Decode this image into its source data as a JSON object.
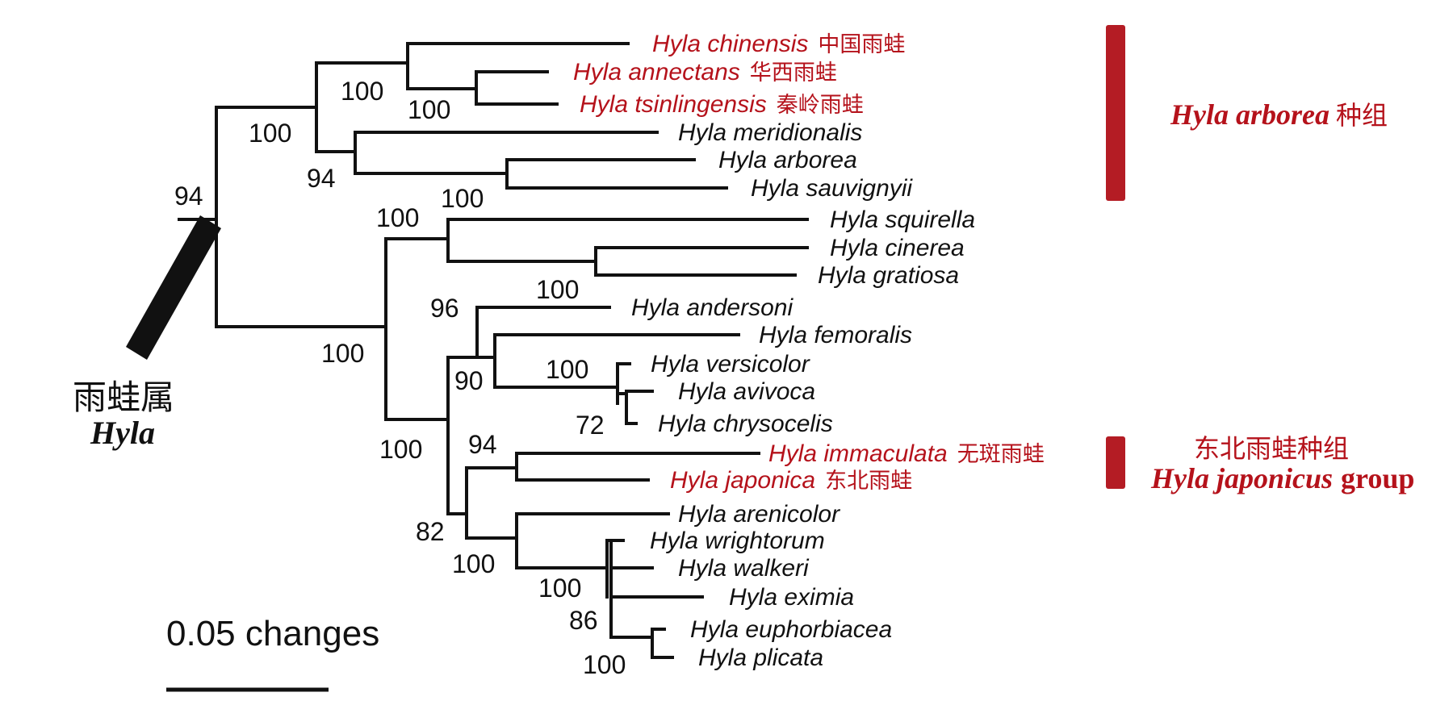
{
  "taxa": [
    {
      "id": "chinensis",
      "latin": "Hyla chinensis",
      "cn": "中国雨蛙",
      "highlight": true
    },
    {
      "id": "annectans",
      "latin": "Hyla annectans",
      "cn": "华西雨蛙",
      "highlight": true
    },
    {
      "id": "tsinlingensis",
      "latin": "Hyla tsinlingensis",
      "cn": "秦岭雨蛙",
      "highlight": true
    },
    {
      "id": "meridionalis",
      "latin": "Hyla meridionalis",
      "cn": "",
      "highlight": false
    },
    {
      "id": "arborea",
      "latin": "Hyla arborea",
      "cn": "",
      "highlight": false
    },
    {
      "id": "sauvignyii",
      "latin": "Hyla sauvignyii",
      "cn": "",
      "highlight": false
    },
    {
      "id": "squirella",
      "latin": "Hyla squirella",
      "cn": "",
      "highlight": false
    },
    {
      "id": "cinerea",
      "latin": "Hyla cinerea",
      "cn": "",
      "highlight": false
    },
    {
      "id": "gratiosa",
      "latin": "Hyla gratiosa",
      "cn": "",
      "highlight": false
    },
    {
      "id": "andersoni",
      "latin": "Hyla andersoni",
      "cn": "",
      "highlight": false
    },
    {
      "id": "femoralis",
      "latin": "Hyla femoralis",
      "cn": "",
      "highlight": false
    },
    {
      "id": "versicolor",
      "latin": "Hyla versicolor",
      "cn": "",
      "highlight": false
    },
    {
      "id": "avivoca",
      "latin": "Hyla avivoca",
      "cn": "",
      "highlight": false
    },
    {
      "id": "chrysocelis",
      "latin": "Hyla chrysocelis",
      "cn": "",
      "highlight": false
    },
    {
      "id": "immaculata",
      "latin": "Hyla immaculata",
      "cn": "无斑雨蛙",
      "highlight": true
    },
    {
      "id": "japonica",
      "latin": "Hyla japonica",
      "cn": "东北雨蛙",
      "highlight": true
    },
    {
      "id": "arenicolor",
      "latin": "Hyla arenicolor",
      "cn": "",
      "highlight": false
    },
    {
      "id": "wrightorum",
      "latin": "Hyla wrightorum",
      "cn": "",
      "highlight": false
    },
    {
      "id": "walkeri",
      "latin": "Hyla walkeri",
      "cn": "",
      "highlight": false
    },
    {
      "id": "eximia",
      "latin": "Hyla eximia",
      "cn": "",
      "highlight": false
    },
    {
      "id": "euphorbiacea",
      "latin": "Hyla euphorbiacea",
      "cn": "",
      "highlight": false
    },
    {
      "id": "plicata",
      "latin": "Hyla plicata",
      "cn": "",
      "highlight": false
    }
  ],
  "support_values": [
    {
      "id": "n_chin_ann",
      "value": "100"
    },
    {
      "id": "n_ann_tsin",
      "value": "100"
    },
    {
      "id": "n_arborea_group",
      "value": "100"
    },
    {
      "id": "n_mer_arb_sau",
      "value": "94"
    },
    {
      "id": "n_arb_sau",
      "value": "100"
    },
    {
      "id": "n_root",
      "value": "94"
    },
    {
      "id": "n_squir_cin",
      "value": "100"
    },
    {
      "id": "n_cin_grat",
      "value": "100"
    },
    {
      "id": "n_new_world",
      "value": "100"
    },
    {
      "id": "n_and_fem",
      "value": "96"
    },
    {
      "id": "n_fem_vers",
      "value": "90"
    },
    {
      "id": "n_versicolor",
      "value": "100"
    },
    {
      "id": "n_avi_chry",
      "value": "72"
    },
    {
      "id": "n_lower",
      "value": "100"
    },
    {
      "id": "n_imm_jap",
      "value": "94"
    },
    {
      "id": "n_jap_aren",
      "value": "82"
    },
    {
      "id": "n_aren_rest",
      "value": "100"
    },
    {
      "id": "n_wright_rest",
      "value": "100"
    },
    {
      "id": "n_eximia_rest",
      "value": "86"
    },
    {
      "id": "n_euph_plic",
      "value": "100"
    }
  ],
  "groups": [
    {
      "id": "arborea_group",
      "latin": "Hyla arborea",
      "cn_suffix": "种组",
      "cn": "",
      "english_suffix": ""
    },
    {
      "id": "japonicus_group",
      "latin": "Hyla japonicus",
      "cn": "东北雨蛙种组",
      "cn_suffix": "",
      "english_suffix": "group"
    }
  ],
  "genus": {
    "cn": "雨蛙属",
    "latin": "Hyla"
  },
  "scale_bar": {
    "label": "0.05 changes",
    "value": 0.05
  },
  "colors": {
    "highlight": "#b5121b",
    "bar": "#b41c24",
    "text": "#111111",
    "branch": "#111111"
  }
}
